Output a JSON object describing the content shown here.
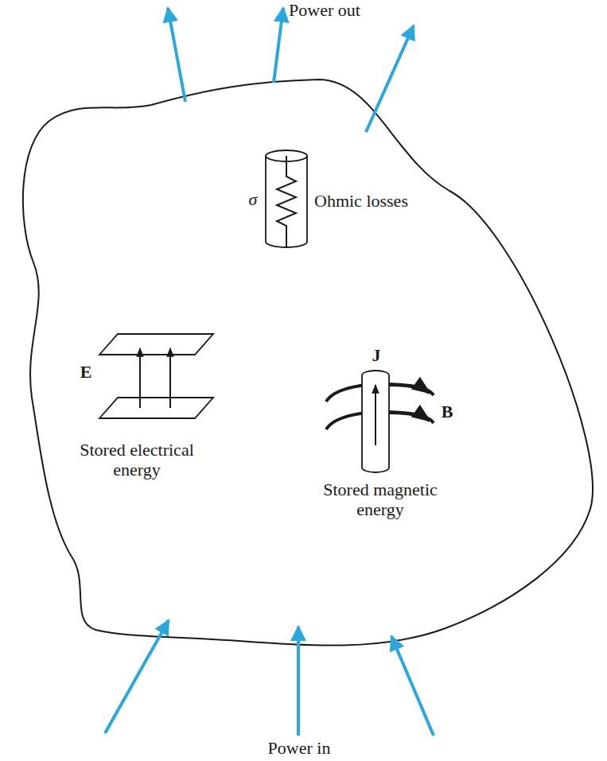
{
  "diagram": {
    "labels": [
      "Power out",
      "σ",
      "Ohmic losses",
      "E",
      "Stored electrical energy",
      "J",
      "B",
      "Stored magnetic energy",
      "Power in"
    ]
  }
}
